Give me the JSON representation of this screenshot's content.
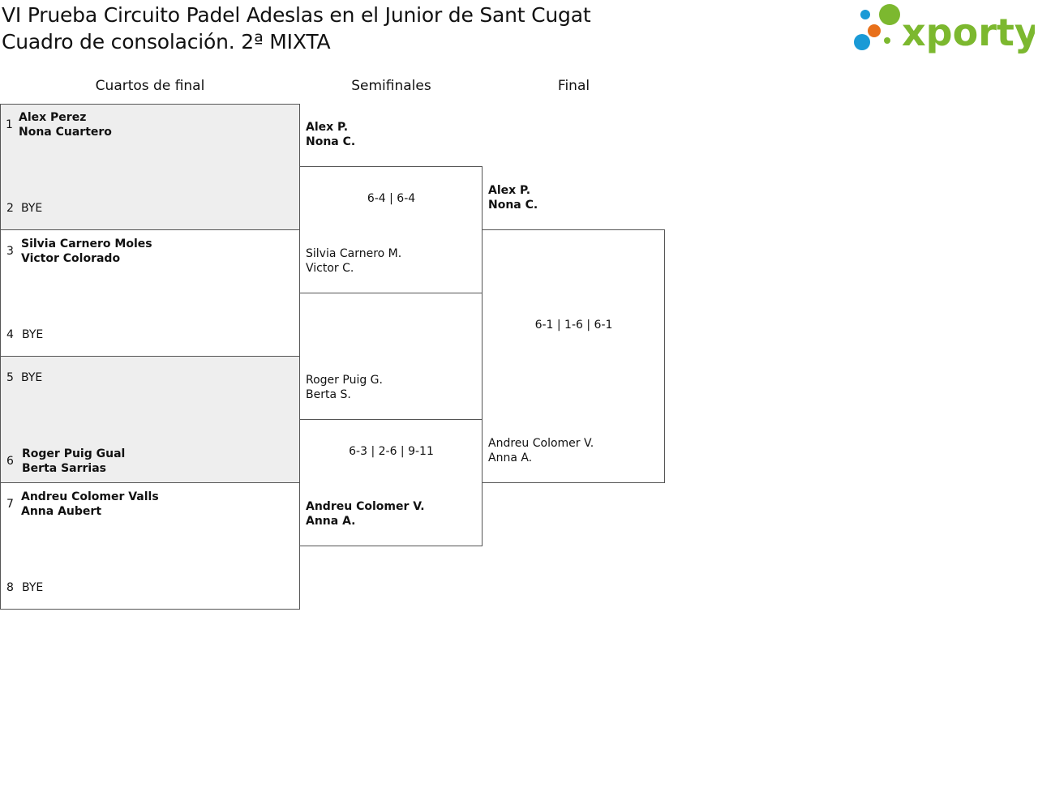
{
  "header": {
    "title_line1": "VI Prueba Circuito Padel Adeslas en el Junior de Sant Cugat",
    "title_line2": "Cuadro de consolación. 2ª MIXTA",
    "logo_text": "xporty",
    "logo_colors": {
      "green": "#7cb82f",
      "blue": "#1a9ad6",
      "orange": "#e8701a"
    }
  },
  "rounds": {
    "quarterfinals": "Cuartos de final",
    "semifinals": "Semifinales",
    "final": "Final"
  },
  "quarterfinals": [
    {
      "num": "1",
      "p1": "Alex Perez",
      "p2": "Nona Cuartero"
    },
    {
      "num": "2",
      "p1": "BYE",
      "p2": ""
    },
    {
      "num": "3",
      "p1": "Silvia Carnero Moles",
      "p2": "Victor Colorado"
    },
    {
      "num": "4",
      "p1": "BYE",
      "p2": ""
    },
    {
      "num": "5",
      "p1": "BYE",
      "p2": ""
    },
    {
      "num": "6",
      "p1": "Roger Puig Gual",
      "p2": "Berta Sarrias"
    },
    {
      "num": "7",
      "p1": "Andreu Colomer Valls",
      "p2": "Anna Aubert"
    },
    {
      "num": "8",
      "p1": "BYE",
      "p2": ""
    }
  ],
  "semifinals": [
    {
      "p1": "Alex P.",
      "p2": "Nona C."
    },
    {
      "p1": "Silvia Carnero M.",
      "p2": "Victor C."
    },
    {
      "p1": "Roger Puig G.",
      "p2": "Berta S."
    },
    {
      "p1": "Andreu Colomer V.",
      "p2": "Anna A."
    }
  ],
  "semifinal_scores": [
    "6-4 | 6-4",
    "6-3 | 2-6 | 9-11"
  ],
  "final": [
    {
      "p1": "Alex P.",
      "p2": "Nona C."
    },
    {
      "p1": "Andreu Colomer V.",
      "p2": "Anna A."
    }
  ],
  "final_score": "6-1 | 1-6 | 6-1"
}
